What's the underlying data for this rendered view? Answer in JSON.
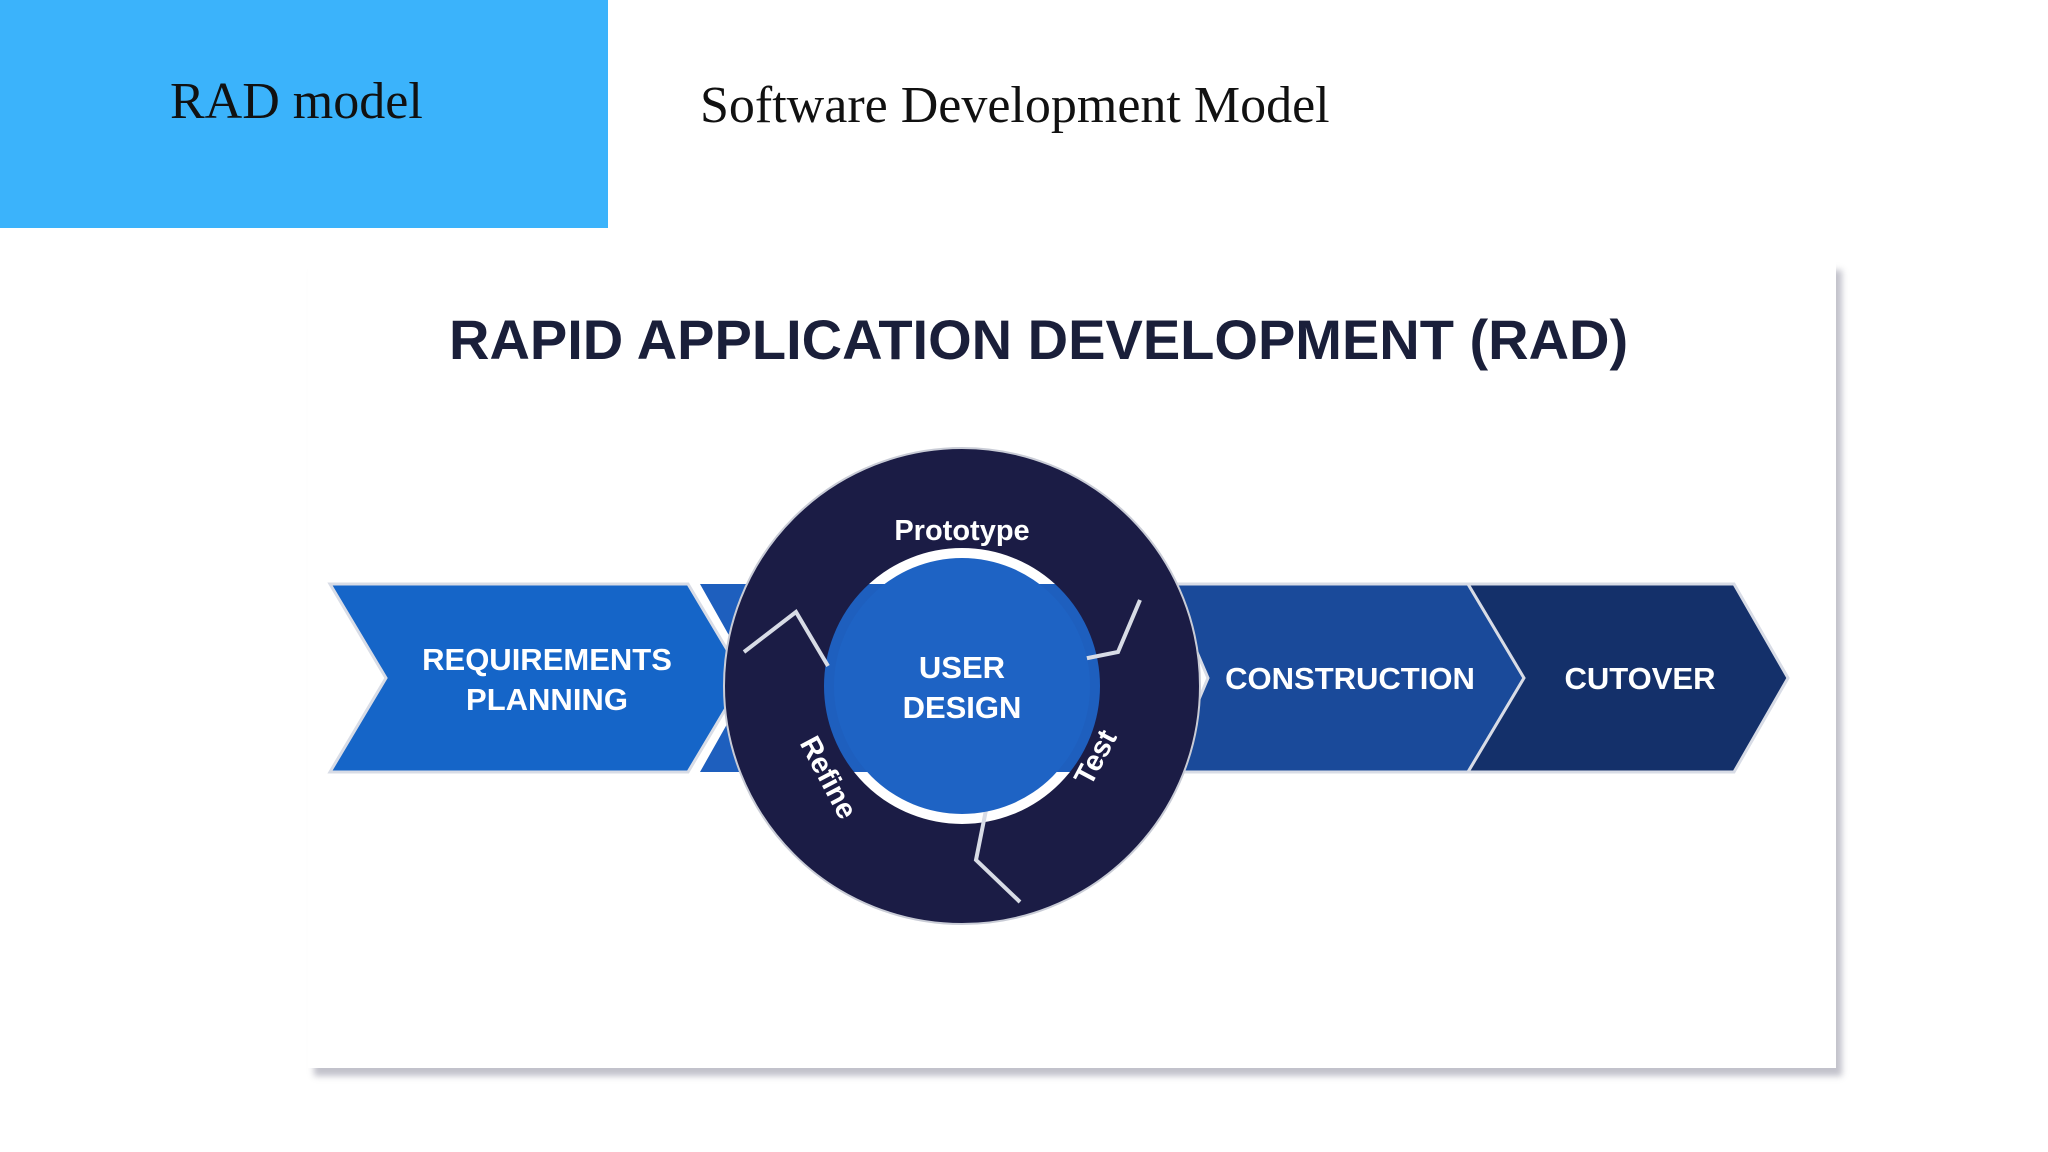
{
  "slide": {
    "title": "RAD model",
    "subtitle": "Software Development Model"
  },
  "colors": {
    "title_box": "#3bb3fb",
    "requirements": "#1565c8",
    "construction": "#1a4a9a",
    "cutover": "#14306a",
    "ring": "#1b1c45",
    "user_design": "#1e63c4"
  },
  "diagram": {
    "heading": "RAPID APPLICATION DEVELOPMENT (RAD)",
    "stages": {
      "requirements_line1": "REQUIREMENTS",
      "requirements_line2": "PLANNING",
      "user_design_line1": "USER",
      "user_design_line2": "DESIGN",
      "construction": "CONSTRUCTION",
      "cutover": "CUTOVER"
    },
    "cycle": {
      "prototype": "Prototype",
      "test": "Test",
      "refine": "Refine"
    }
  }
}
